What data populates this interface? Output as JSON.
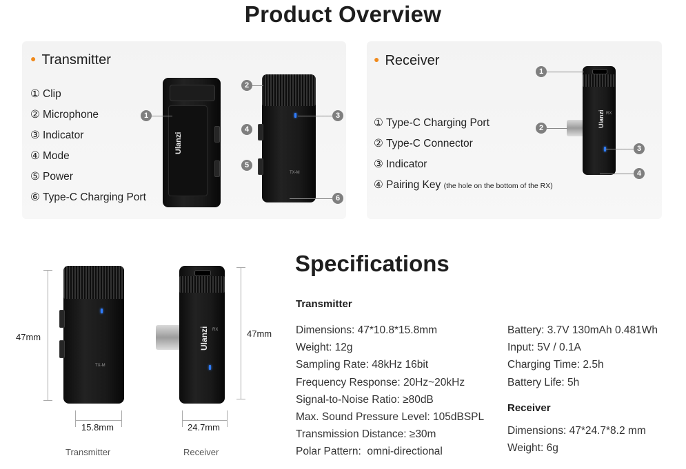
{
  "title": "Product Overview",
  "transmitter_panel": {
    "heading": "Transmitter",
    "items": [
      {
        "num": "①",
        "label": "Clip"
      },
      {
        "num": "②",
        "label": "Microphone"
      },
      {
        "num": "③",
        "label": "Indicator"
      },
      {
        "num": "④",
        "label": "Mode"
      },
      {
        "num": "⑤",
        "label": "Power"
      },
      {
        "num": "⑥",
        "label": "Type-C Charging Port"
      }
    ],
    "callouts": [
      "1",
      "2",
      "3",
      "4",
      "5",
      "6"
    ],
    "device_brand": "Ulanzi",
    "device_model": "TX-M"
  },
  "receiver_panel": {
    "heading": "Receiver",
    "items": [
      {
        "num": "①",
        "label": "Type-C Charging Port"
      },
      {
        "num": "②",
        "label": "Type-C Connector"
      },
      {
        "num": "③",
        "label": "Indicator"
      },
      {
        "num": "④",
        "label": "Pairing Key"
      }
    ],
    "pairing_note": "(the hole on the bottom of the RX)",
    "callouts": [
      "1",
      "2",
      "3",
      "4"
    ],
    "device_brand": "Ulanzi",
    "device_model": "RX"
  },
  "dimensions": {
    "tx_height": "47mm",
    "tx_width": "15.8mm",
    "rx_height": "47mm",
    "rx_width": "24.7mm",
    "tx_caption": "Transmitter",
    "rx_caption": "Receiver"
  },
  "specs": {
    "title": "Specifications",
    "transmitter_heading": "Transmitter",
    "transmitter_left": [
      "Dimensions: 47*10.8*15.8mm",
      "Weight: 12g",
      "Sampling Rate: 48kHz 16bit",
      "Frequency Response: 20Hz~20kHz",
      "Signal-to-Noise Ratio: ≥80dB",
      "Max. Sound Pressure Level: 105dBSPL",
      "Transmission Distance: ≥30m",
      "Polar Pattern:  omni-directional"
    ],
    "transmitter_right": [
      "Battery: 3.7V 130mAh 0.481Wh",
      "Input: 5V / 0.1A",
      "Charging Time: 2.5h",
      "Battery Life: 5h"
    ],
    "receiver_heading": "Receiver",
    "receiver_list": [
      "Dimensions: 47*24.7*8.2 mm",
      "Weight: 6g"
    ]
  },
  "colors": {
    "bullet_accent": "#f08a1c",
    "indicator_led": "#2f7cff"
  }
}
